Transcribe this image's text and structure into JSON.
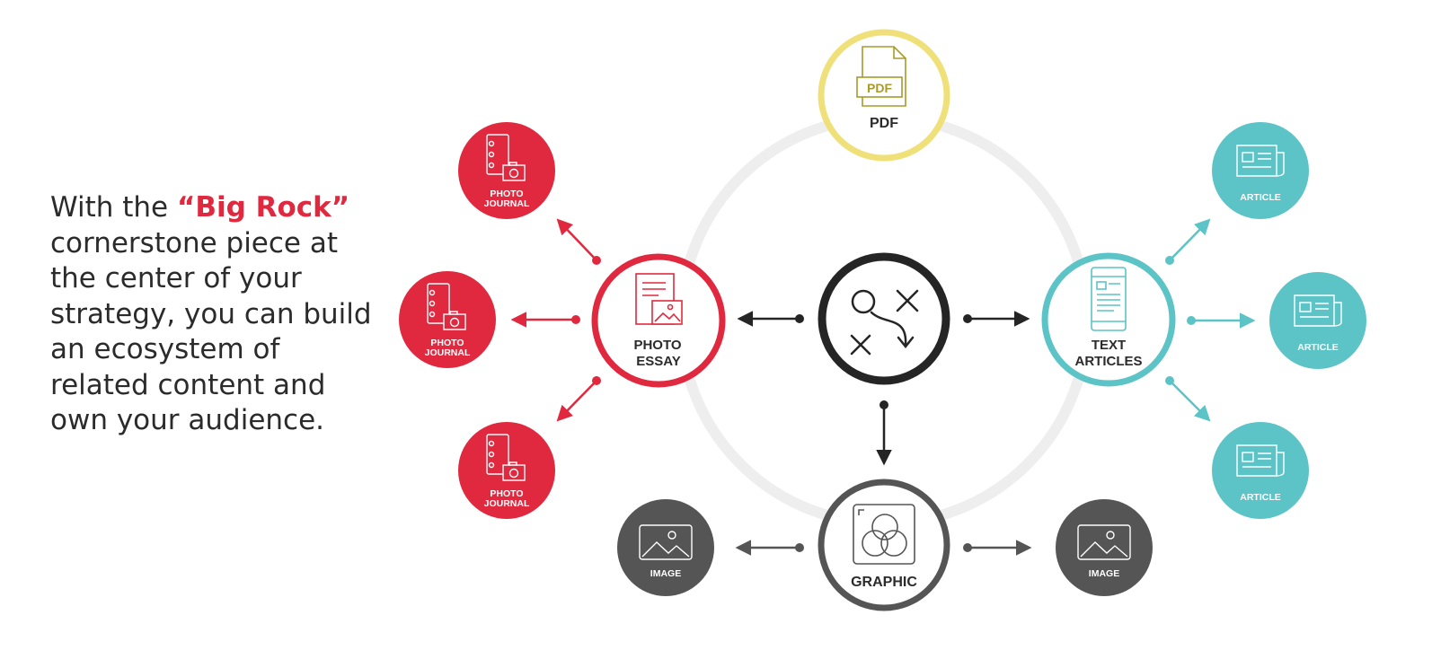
{
  "intro": {
    "before": "With the ",
    "highlight": "“Big Rock”",
    "after": " cornerstone piece at the center of your strategy, you can build an ecosystem of related content and own your audience."
  },
  "colors": {
    "red": "#e0293f",
    "teal": "#5cc3c6",
    "yellow": "#efe07a",
    "dark": "#252525",
    "gray": "#555555",
    "ring": "#eeeeee"
  },
  "nodes": {
    "pdf": {
      "label": "PDF",
      "icon_text": "PDF",
      "icon": "pdf-document-icon"
    },
    "photo_essay": {
      "line1": "PHOTO",
      "line2": "ESSAY",
      "icon": "photo-essay-icon"
    },
    "center": {
      "icon": "strategy-play-icon"
    },
    "text_articles": {
      "line1": "TEXT",
      "line2": "ARTICLES",
      "icon": "mobile-article-icon"
    },
    "graphic": {
      "label": "GRAPHIC",
      "icon": "venn-graphic-icon"
    },
    "photo_journal": {
      "line1": "PHOTO",
      "line2": "JOURNAL",
      "icon": "photo-journal-icon"
    },
    "article": {
      "label": "ARTICLE",
      "icon": "newspaper-icon"
    },
    "image": {
      "label": "IMAGE",
      "icon": "image-icon"
    }
  }
}
